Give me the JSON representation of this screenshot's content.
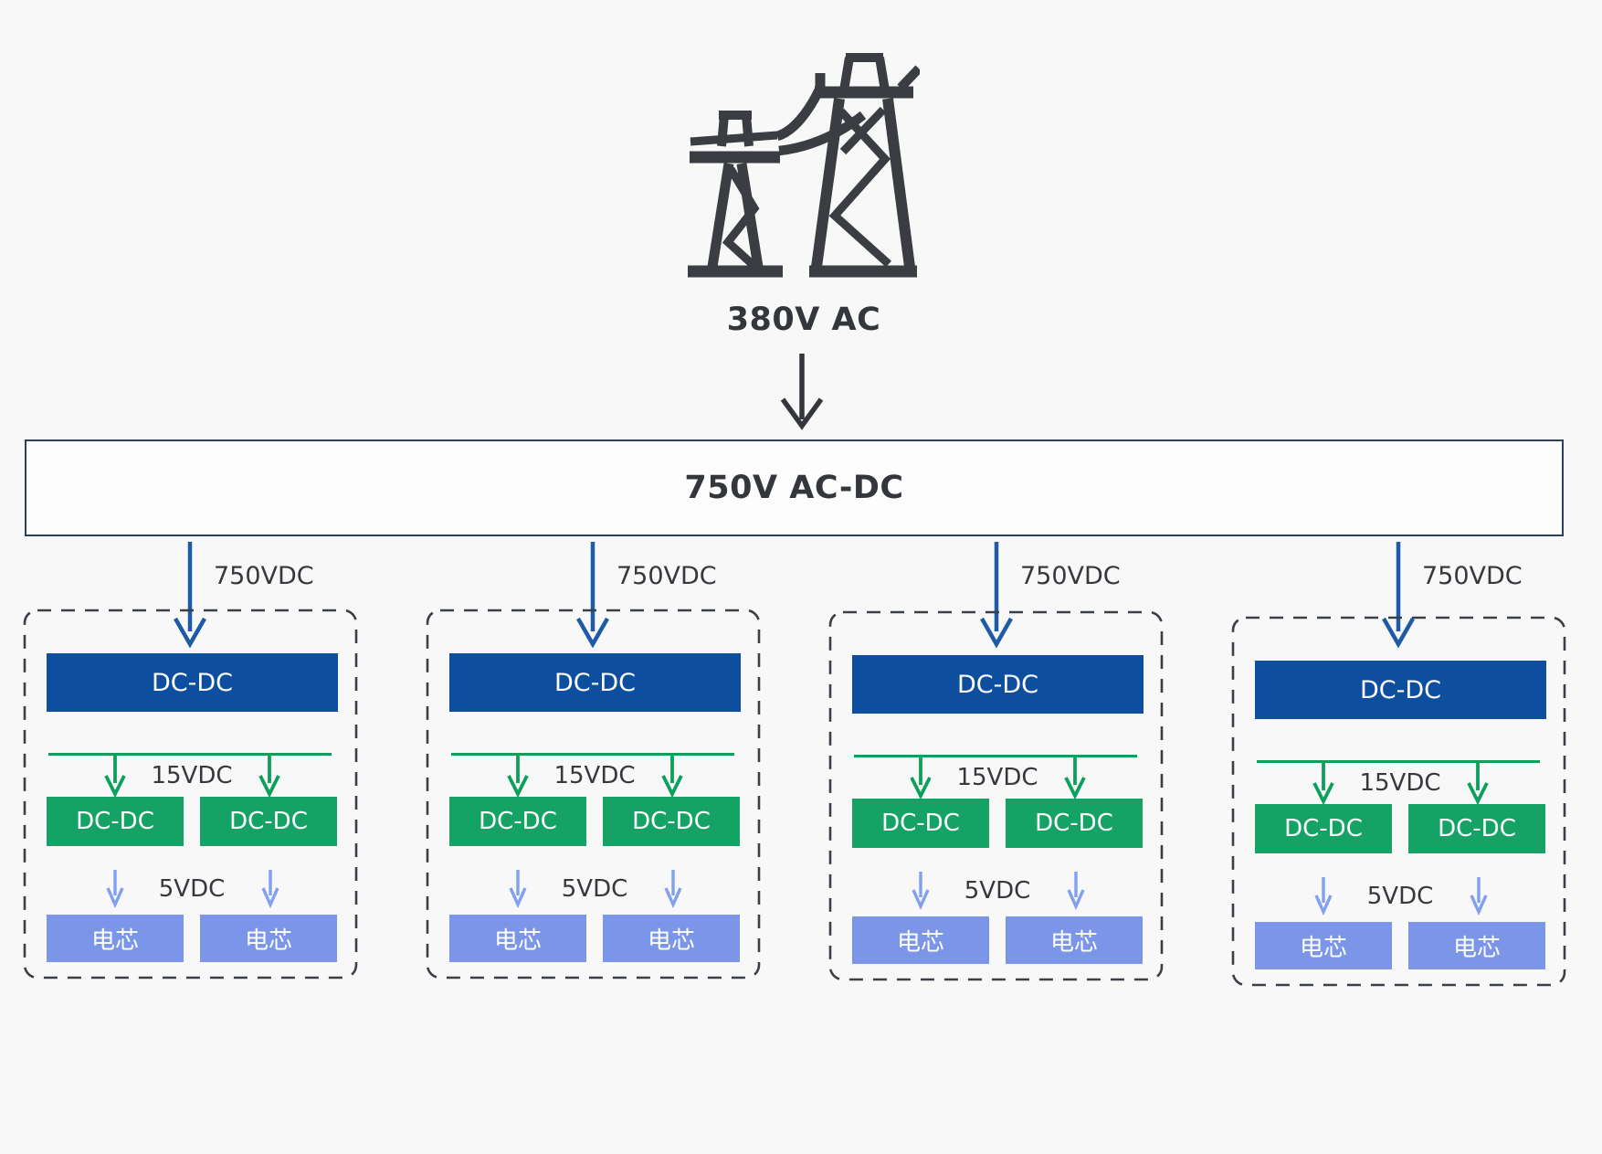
{
  "page": {
    "background": "#f8f8f8"
  },
  "colors": {
    "ink": "#33363b",
    "rectifier_border": "#2e3f5e",
    "primary_blue": "#0d4f9e",
    "arrow_blue": "#1d5aa8",
    "green_box": "#14a265",
    "green_arrow": "#0ca05c",
    "cell_blue": "#7b96e8",
    "cell_arrow_blue": "#81a0ef",
    "box_text": "#ffffff"
  },
  "grid": {
    "icon": "transmission-towers-icon",
    "source_label": "380V AC"
  },
  "rectifier": {
    "label": "750V AC-DC"
  },
  "branches": [
    {
      "input_label": "750VDC",
      "stage1_label": "DC-DC",
      "mid_voltage_label": "15VDC",
      "stage2_left_label": "DC-DC",
      "stage2_right_label": "DC-DC",
      "low_voltage_label": "5VDC",
      "cell_left_label": "电芯",
      "cell_right_label": "电芯"
    },
    {
      "input_label": "750VDC",
      "stage1_label": "DC-DC",
      "mid_voltage_label": "15VDC",
      "stage2_left_label": "DC-DC",
      "stage2_right_label": "DC-DC",
      "low_voltage_label": "5VDC",
      "cell_left_label": "电芯",
      "cell_right_label": "电芯"
    },
    {
      "input_label": "750VDC",
      "stage1_label": "DC-DC",
      "mid_voltage_label": "15VDC",
      "stage2_left_label": "DC-DC",
      "stage2_right_label": "DC-DC",
      "low_voltage_label": "5VDC",
      "cell_left_label": "电芯",
      "cell_right_label": "电芯"
    },
    {
      "input_label": "750VDC",
      "stage1_label": "DC-DC",
      "mid_voltage_label": "15VDC",
      "stage2_left_label": "DC-DC",
      "stage2_right_label": "DC-DC",
      "low_voltage_label": "5VDC",
      "cell_left_label": "电芯",
      "cell_right_label": "电芯"
    }
  ]
}
